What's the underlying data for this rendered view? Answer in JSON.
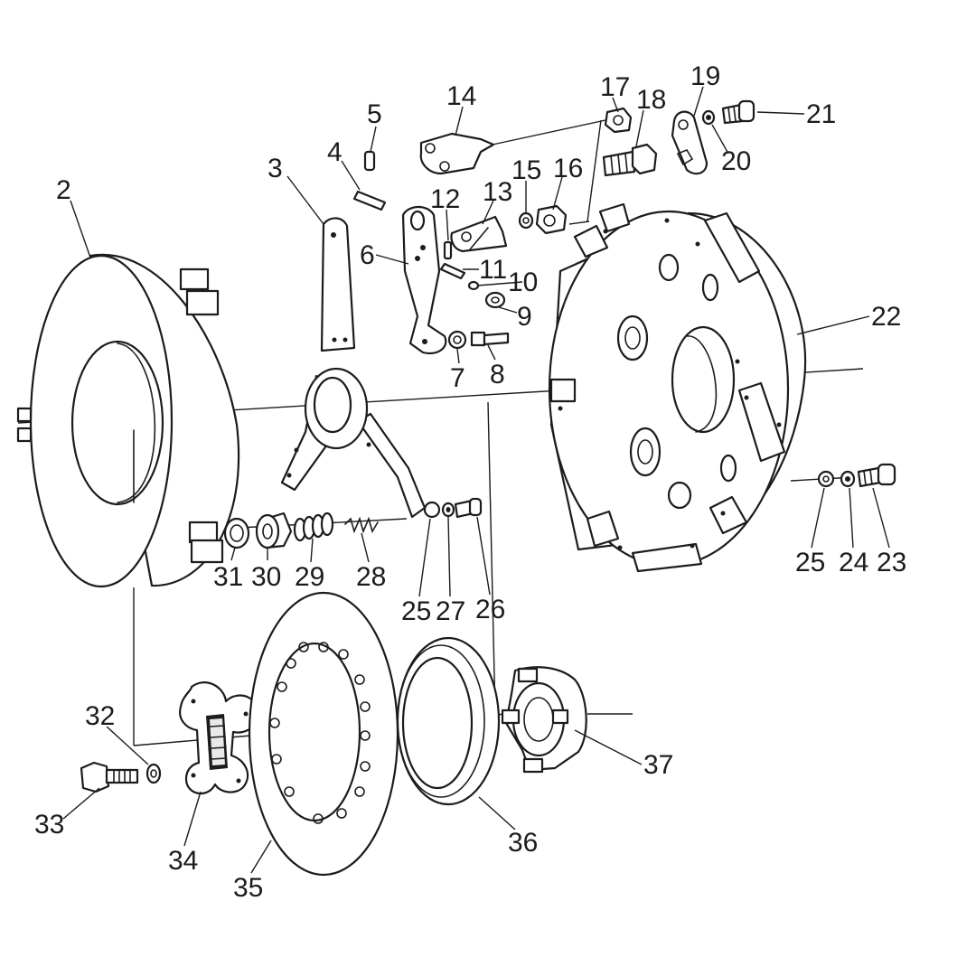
{
  "diagram": {
    "callouts": {
      "c2": "2",
      "c3": "3",
      "c4": "4",
      "c5": "5",
      "c6": "6",
      "c7": "7",
      "c8": "8",
      "c9": "9",
      "c10": "10",
      "c11": "11",
      "c12": "12",
      "c13": "13",
      "c14": "14",
      "c15": "15",
      "c16": "16",
      "c17": "17",
      "c18": "18",
      "c19": "19",
      "c20": "20",
      "c21": "21",
      "c22": "22",
      "c23": "23",
      "c24": "24",
      "c25a": "25",
      "c25b": "25",
      "c26a": "26",
      "c27": "27",
      "c28": "28",
      "c29": "29",
      "c30": "30",
      "c31": "31",
      "c32": "32",
      "c33": "33",
      "c34": "34",
      "c35": "35",
      "c36": "36",
      "c37": "37"
    }
  }
}
